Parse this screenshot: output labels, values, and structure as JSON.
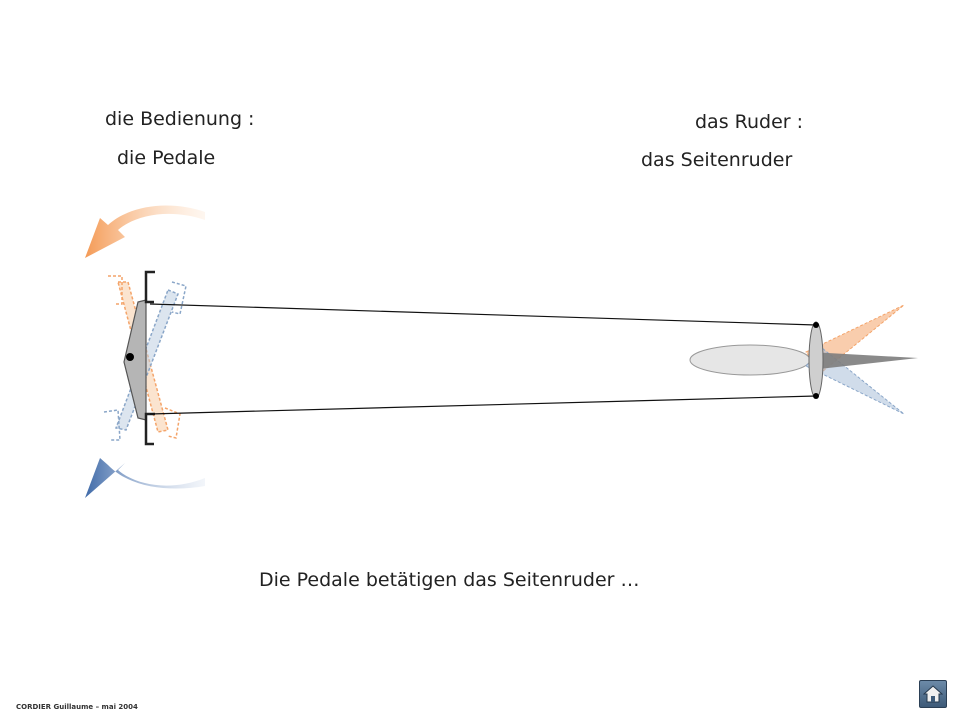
{
  "labels": {
    "control_heading": "die Bedienung :",
    "control_name": "die Pedale",
    "rudder_heading": "das Ruder :",
    "rudder_name": "das Seitenruder",
    "caption": "Die Pedale betätigen das Seitenruder …",
    "credit": "CORDIER Guillaume – mai 2004"
  },
  "colors": {
    "orange": "#f4a46a",
    "blue": "#5b7fae",
    "grey": "#9a9a9a",
    "fuselage": "#e6e6e6"
  },
  "icons": {
    "home": "home-icon"
  }
}
